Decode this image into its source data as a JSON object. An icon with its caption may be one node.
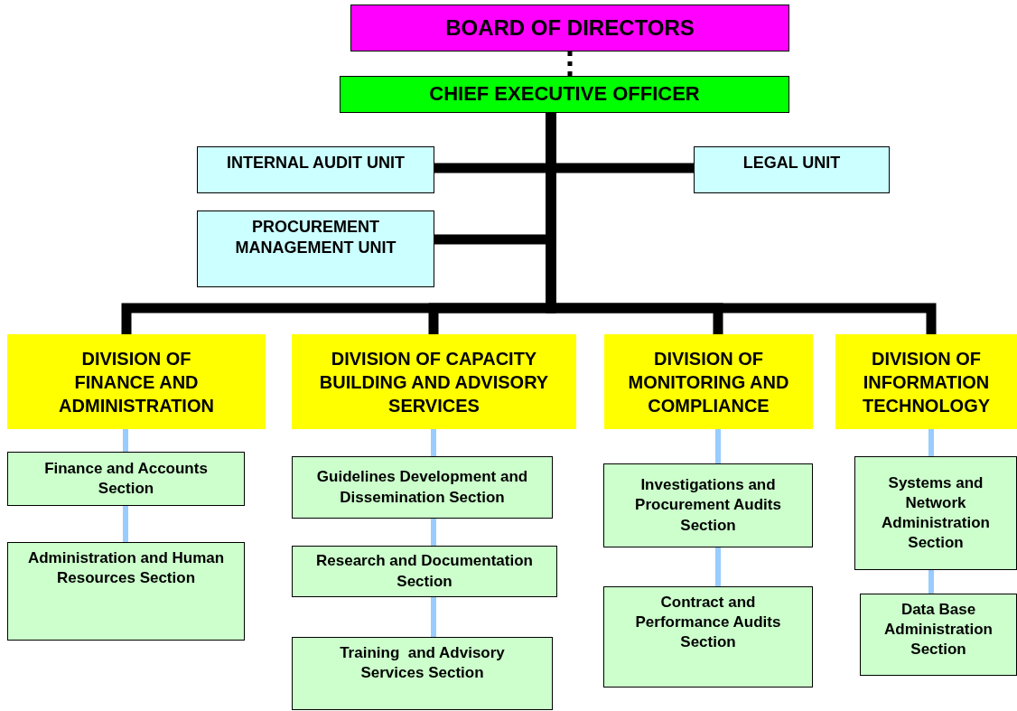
{
  "diagram": {
    "nodes": [
      {
        "text": [
          "BOARD OF DIRECTORS"
        ]
      },
      {
        "text": [
          "CHIEF EXECUTIVE OFFICER"
        ]
      },
      {
        "text": [
          "INTERNAL AUDIT UNIT"
        ]
      },
      {
        "text": [
          "LEGAL UNIT"
        ]
      },
      {
        "text": [
          "PROCUREMENT MANAGEMENT UNIT"
        ]
      },
      {
        "text": [
          "DIVISION OF FINANCE AND ADMINISTRATION"
        ]
      },
      {
        "text": [
          "DIVISION OF CAPACITY BUILDING AND ADVISORY SERVICES"
        ]
      },
      {
        "text": [
          "DIVISION OF MONITORING AND COMPLIANCE"
        ]
      },
      {
        "text": [
          "DIVISION OF INFORMATION TECHNOLOGY"
        ]
      },
      {
        "text": [
          "Finance and Accounts Section"
        ]
      },
      {
        "text": [
          "Administration and Human Resources Section"
        ]
      },
      {
        "text": [
          "Guidelines Development and Dissemination Section"
        ]
      },
      {
        "text": [
          "Research and Documentation Section"
        ]
      },
      {
        "text": [
          "Training  and Advisory Services Section"
        ]
      },
      {
        "text": [
          "Investigations and Procurement Audits Section"
        ]
      },
      {
        "text": [
          "Contract and Performance Audits Section"
        ]
      },
      {
        "text": [
          "Systems and Network Administration Section"
        ]
      },
      {
        "text": [
          "Data Base Administration Section"
        ]
      }
    ],
    "edges": [
      {
        "from": 0,
        "to": 1,
        "arrow": "none",
        "style": "dashed",
        "color": "#000000"
      },
      {
        "from": 1,
        "to": 2,
        "arrow": "none",
        "style": "thick",
        "color": "#000000"
      },
      {
        "from": 1,
        "to": 3,
        "arrow": "none",
        "style": "thick",
        "color": "#000000"
      },
      {
        "from": 1,
        "to": 4,
        "arrow": "none",
        "style": "thick",
        "color": "#000000"
      },
      {
        "from": 1,
        "to": 5,
        "arrow": "none",
        "style": "thick",
        "color": "#000000"
      },
      {
        "from": 1,
        "to": 6,
        "arrow": "none",
        "style": "thick",
        "color": "#000000"
      },
      {
        "from": 1,
        "to": 7,
        "arrow": "none",
        "style": "thick",
        "color": "#000000"
      },
      {
        "from": 1,
        "to": 8,
        "arrow": "none",
        "style": "thick",
        "color": "#000000"
      },
      {
        "from": 5,
        "to": 9,
        "arrow": "none"
      },
      {
        "from": 9,
        "to": 10,
        "arrow": "none"
      },
      {
        "from": 6,
        "to": 11,
        "arrow": "none"
      },
      {
        "from": 11,
        "to": 12,
        "arrow": "none"
      },
      {
        "from": 12,
        "to": 13,
        "arrow": "none"
      },
      {
        "from": 7,
        "to": 14,
        "arrow": "none"
      },
      {
        "from": 14,
        "to": 15,
        "arrow": "none"
      },
      {
        "from": 8,
        "to": 16,
        "arrow": "none"
      },
      {
        "from": 16,
        "to": 17,
        "arrow": "none"
      }
    ]
  }
}
